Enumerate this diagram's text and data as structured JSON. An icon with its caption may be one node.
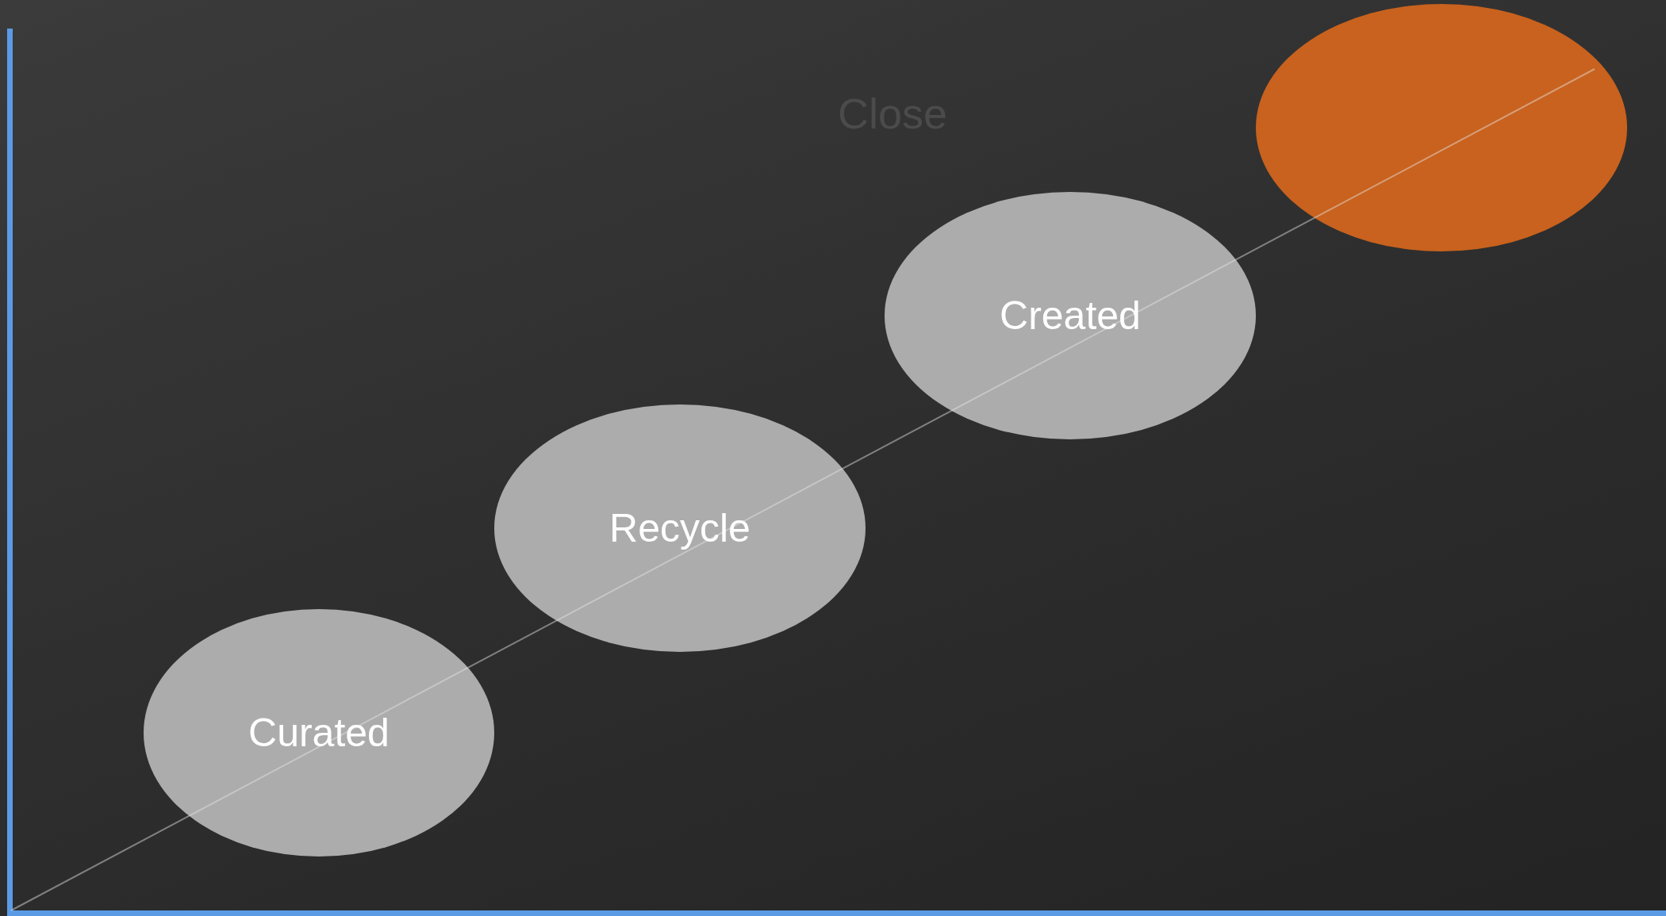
{
  "diagram": {
    "nodes": [
      {
        "text": [
          "Curated"
        ]
      },
      {
        "text": [
          "Recycle"
        ]
      },
      {
        "text": [
          "Created"
        ]
      },
      {
        "text": [],
        "shape": "ellipse"
      }
    ],
    "labels": [
      "Close"
    ]
  }
}
